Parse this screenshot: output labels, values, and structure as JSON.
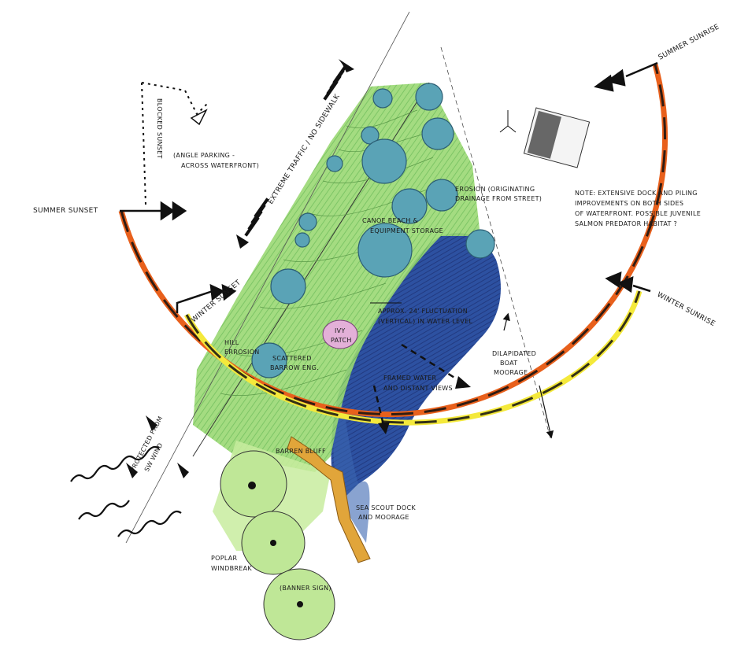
{
  "diagram": {
    "colors": {
      "summer_arc": "#e8601c",
      "winter_arc": "#f4e93b",
      "water": "#1e3f8f",
      "grass": "#8fd16a",
      "trees": "#4f93a8",
      "boardwalk": "#e1a53a",
      "ink": "#111111"
    },
    "labels": {
      "summer_sunset": "SUMMER SUNSET",
      "summer_sunrise": "SUMMER SUNRISE",
      "winter_sunset": "WINTER SUNSET",
      "winter_sunrise": "WINTER SUNRISE",
      "blocked_sunset": "BLOCKED SUNSET",
      "angle_parking": "(ANGLE PARKING -",
      "angle_parking_2": "ACROSS WATERFRONT)",
      "extreme_traffic": "EXTREME TRAFFIC / NO SIDEWALK",
      "note_1": "NOTE: EXTENSIVE DOCK AND PILING",
      "note_2": "IMPROVEMENTS ON BOTH SIDES",
      "note_3": "OF WATERFRONT. POSSIBLE JUVENILE",
      "note_4": "SALMON PREDATOR HABITAT ?",
      "erosion_1": "EROSION (ORIGINATING",
      "erosion_2": "DRAINAGE FROM STREET)",
      "canoe_1": "CANOE BEACH &",
      "canoe_2": "EQUIPMENT STORAGE",
      "fluctuation_1": "APPROX. 24' FLUCTUATION",
      "fluctuation_2": "(VERTICAL) IN WATER LEVEL",
      "ivy_1": "IVY",
      "ivy_2": "PATCH",
      "scattered_1": "SCATTERED",
      "scattered_2": "BARROW ENG.",
      "hill_1": "HILL",
      "hill_2": "ERROSION",
      "framed_1": "FRAMED WATER",
      "framed_2": "AND DISTANT VIEWS",
      "dilapidated_1": "DILAPIDATED",
      "dilapidated_2": "BOAT",
      "dilapidated_3": "MOORAGE",
      "protected_1": "PROTECTED FROM",
      "protected_2": "SW WIND",
      "sea_scout_1": "SEA SCOUT DOCK",
      "sea_scout_2": "AND MOORAGE",
      "barren_bluff": "BARREN BLUFF",
      "poplar_1": "POPLAR",
      "poplar_2": "WINDBREAK",
      "banner_sign": "(BANNER SIGN)"
    }
  }
}
